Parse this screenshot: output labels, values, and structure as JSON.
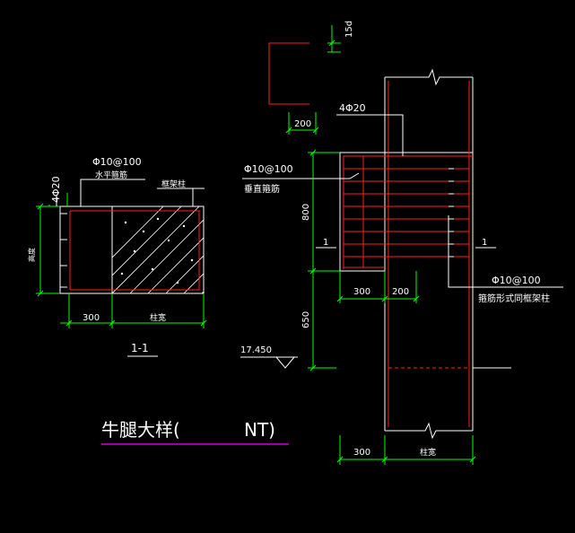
{
  "labels": {
    "sec_top_bar": "4Φ20",
    "sec_stirrup_line1": "Φ10@100",
    "sec_stirrup_line2": "水平箍筋",
    "sec_frame_col": "框架柱",
    "sec_height": "高度",
    "sec_dim_300": "300",
    "sec_dim_colwidth": "柱宽",
    "sec_title": "1-1",
    "hook_dim_15d": "15d",
    "hook_dim_200": "200",
    "elev_top_bar": "4Φ20",
    "elev_vert_stirrup_line1": "Φ10@100",
    "elev_vert_stirrup_line2": "垂直箍筋",
    "elev_dim_800": "800",
    "elev_dim_650": "650",
    "elev_cut_left": "1",
    "elev_cut_right": "1",
    "elev_dim_300": "300",
    "elev_dim_200": "200",
    "elev_col_stirrup_line1": "Φ10@100",
    "elev_col_stirrup_line2": "箍筋形式同框架柱",
    "elev_level": "17.450",
    "bottom_dim_300": "300",
    "bottom_dim_colwidth": "柱宽",
    "drawing_title_main": "牛腿大样(",
    "drawing_title_suffix": "NT)"
  },
  "colors": {
    "background": "#000000",
    "concrete_outline": "#ffffff",
    "rebar": "#ff2020",
    "dimension": "#00ff00",
    "title_underline": "#cc00cc",
    "hatch": "#ffffff",
    "side_marker": "#00ff00"
  }
}
